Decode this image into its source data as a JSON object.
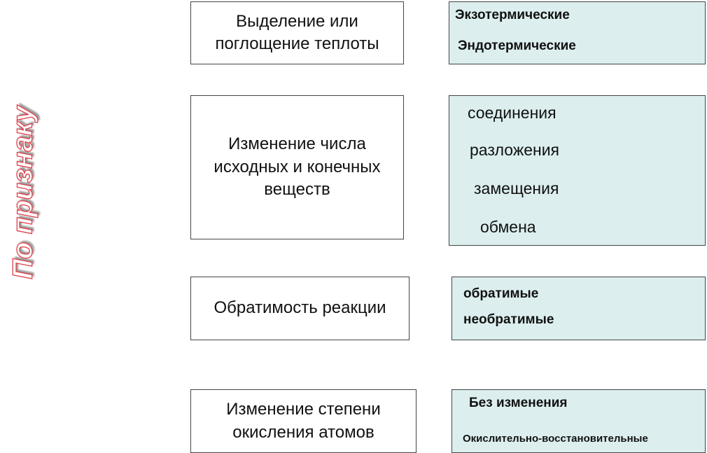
{
  "side_title": "По признаку",
  "rows": [
    {
      "criterion": "Выделение или поглощение теплоты",
      "categories": [
        "Экзотермические",
        "Эндотермические"
      ]
    },
    {
      "criterion": "Изменение числа исходных и конечных веществ",
      "categories": [
        "соединения",
        "разложения",
        "замещения",
        "обмена"
      ]
    },
    {
      "criterion": "Обратимость реакции",
      "categories": [
        "обратимые",
        "необратимые"
      ]
    },
    {
      "criterion": "Изменение степени окисления атомов",
      "categories": [
        "Без изменения",
        "Окислительно-восстановительные"
      ]
    }
  ]
}
